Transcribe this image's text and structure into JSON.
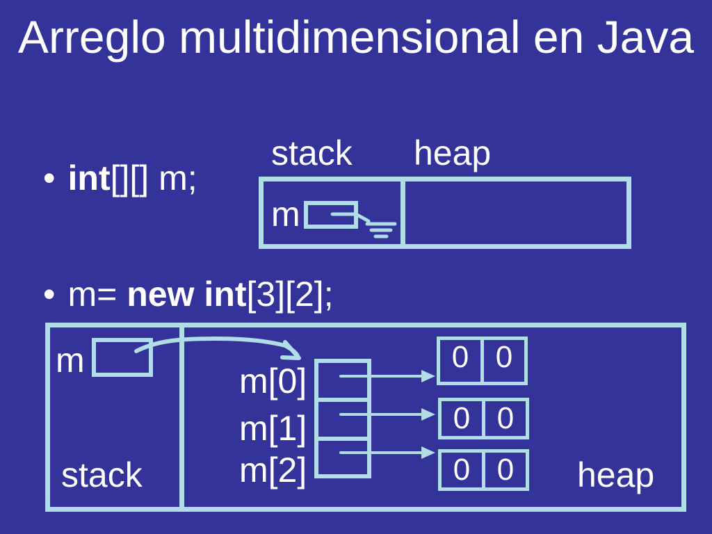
{
  "title": "Arreglo multidimensional en Java",
  "bullet1": {
    "bold": "int",
    "rest": "[][] m;"
  },
  "bullet2": {
    "prefix": "m= ",
    "bold1": "new",
    "space": " ",
    "bold2": "int",
    "rest": "[3][2];"
  },
  "top_diagram": {
    "stack_label": "stack",
    "heap_label": "heap",
    "var_label": "m"
  },
  "bottom_diagram": {
    "var_label": "m",
    "stack_label": "stack",
    "heap_label": "heap",
    "row_labels": [
      "m[0]",
      "m[1]",
      "m[2]"
    ],
    "rows": [
      [
        "0",
        "0"
      ],
      [
        "0",
        "0"
      ],
      [
        "0",
        "0"
      ]
    ]
  },
  "colors": {
    "background": "#333399",
    "line": "#b0dde6",
    "text": "#ffffff"
  }
}
